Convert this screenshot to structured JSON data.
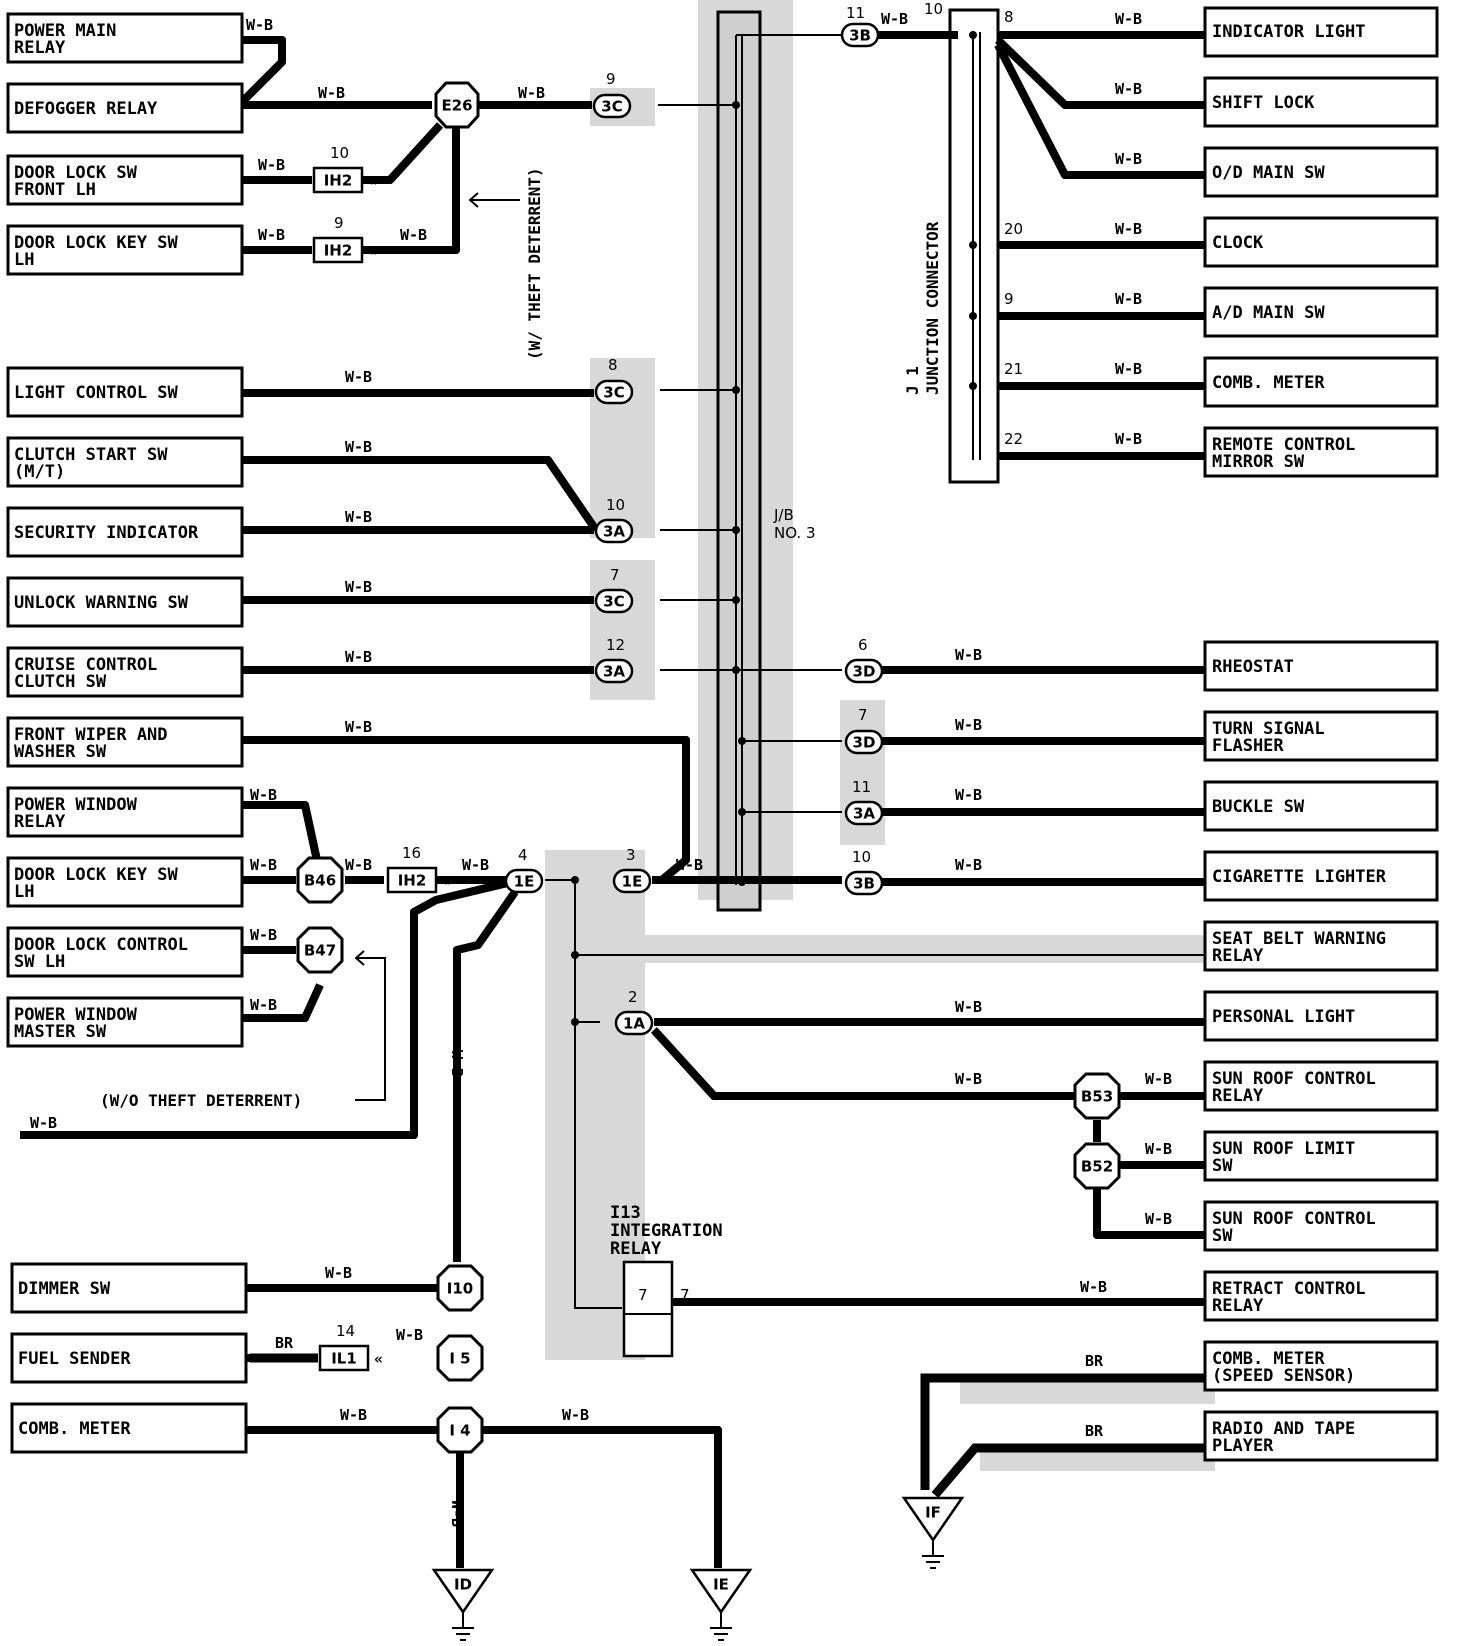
{
  "wire_color": "W-B",
  "wire_color_br": "BR",
  "left_components": [
    {
      "l1": "POWER MAIN",
      "l2": "RELAY"
    },
    {
      "l1": "DEFOGGER RELAY",
      "l2": ""
    },
    {
      "l1": "DOOR LOCK SW",
      "l2": "FRONT LH"
    },
    {
      "l1": "DOOR LOCK KEY SW",
      "l2": "LH"
    },
    {
      "l1": "LIGHT CONTROL SW",
      "l2": ""
    },
    {
      "l1": "CLUTCH START SW",
      "l2": "(M/T)"
    },
    {
      "l1": "SECURITY INDICATOR",
      "l2": ""
    },
    {
      "l1": "UNLOCK WARNING SW",
      "l2": ""
    },
    {
      "l1": "CRUISE CONTROL",
      "l2": "CLUTCH SW"
    },
    {
      "l1": "FRONT WIPER AND",
      "l2": "WASHER SW"
    },
    {
      "l1": "POWER WINDOW",
      "l2": "RELAY"
    },
    {
      "l1": "DOOR LOCK KEY SW",
      "l2": "LH"
    },
    {
      "l1": "DOOR LOCK CONTROL",
      "l2": "SW LH"
    },
    {
      "l1": "POWER WINDOW",
      "l2": "MASTER SW"
    },
    {
      "l1": "DIMMER SW",
      "l2": ""
    },
    {
      "l1": "FUEL SENDER",
      "l2": ""
    },
    {
      "l1": "COMB. METER",
      "l2": ""
    }
  ],
  "right_components": [
    {
      "l1": "INDICATOR LIGHT",
      "l2": ""
    },
    {
      "l1": "SHIFT LOCK",
      "l2": ""
    },
    {
      "l1": "O/D MAIN SW",
      "l2": ""
    },
    {
      "l1": "CLOCK",
      "l2": ""
    },
    {
      "l1": "A/D MAIN SW",
      "l2": ""
    },
    {
      "l1": "COMB. METER",
      "l2": ""
    },
    {
      "l1": "REMOTE CONTROL",
      "l2": "MIRROR SW"
    },
    {
      "l1": "RHEOSTAT",
      "l2": ""
    },
    {
      "l1": "TURN SIGNAL",
      "l2": "FLASHER"
    },
    {
      "l1": "BUCKLE SW",
      "l2": ""
    },
    {
      "l1": "CIGARETTE LIGHTER",
      "l2": ""
    },
    {
      "l1": "SEAT BELT WARNING",
      "l2": "RELAY"
    },
    {
      "l1": "PERSONAL LIGHT",
      "l2": ""
    },
    {
      "l1": "SUN ROOF CONTROL",
      "l2": "RELAY"
    },
    {
      "l1": "SUN ROOF LIMIT",
      "l2": "SW"
    },
    {
      "l1": "SUN ROOF CONTROL",
      "l2": "SW"
    },
    {
      "l1": "RETRACT CONTROL",
      "l2": "RELAY"
    },
    {
      "l1": "COMB. METER",
      "l2": "(SPEED SENSOR)"
    },
    {
      "l1": "RADIO AND TAPE",
      "l2": "PLAYER"
    }
  ],
  "connectors": {
    "e26": "E26",
    "b46": "B46",
    "b47": "B47",
    "b53": "B53",
    "b52": "B52",
    "i10": "I10",
    "i5": "I 5",
    "i4": "I 4",
    "ih2": "IH2",
    "il1": "IL1",
    "c3c": "3C",
    "c3a": "3A",
    "c3b": "3B",
    "c3d": "3D",
    "c1e": "1E",
    "c1a": "1A",
    "id": "ID",
    "ie": "IE",
    "if": "IF"
  },
  "pins": {
    "p3b_top": "11",
    "p10_top": "10",
    "j1_8": "8",
    "j1_20": "20",
    "j1_9": "9",
    "j1_21": "21",
    "j1_22": "22",
    "p3c_9": "9",
    "p3c_8": "8",
    "p3a_10": "10",
    "p3c_7": "7",
    "p3a_12": "12",
    "p3d_6": "6",
    "p3d_7": "7",
    "p3a_11": "11",
    "p3b_10": "10",
    "ih2_10": "10",
    "ih2_9": "9",
    "ih2_16": "16",
    "p1e_4": "4",
    "p1e_3": "3",
    "p1a_2": "2",
    "il1_14": "14",
    "i13_7a": "7",
    "i13_7b": "7"
  },
  "labels": {
    "jb1": "J/B",
    "jb2": "NO. 3",
    "j1a": "J 1",
    "j1b": "JUNCTION CONNECTOR",
    "theft": "(W/ THEFT DETERRENT)",
    "notheft": "(W/O THEFT DETERRENT)",
    "i13a": "I13",
    "i13b": "INTEGRATION",
    "i13c": "RELAY"
  }
}
